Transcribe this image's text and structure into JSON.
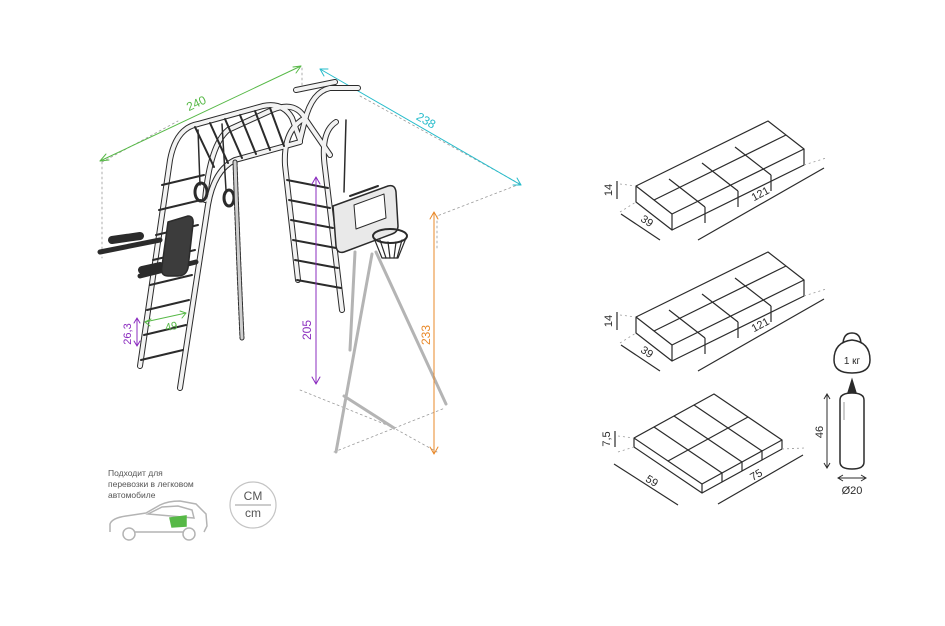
{
  "colors": {
    "line": "#2b2b2b",
    "frame": "#b4b4b4",
    "dashed": "#9a9a9a",
    "green": "#57b947",
    "cyan": "#26bccb",
    "purple": "#8b2cbf",
    "orange": "#e9892a",
    "seat": "#3c3c3c",
    "text_gray": "#555555"
  },
  "dimensions": {
    "width": "240",
    "depth": "238",
    "ladder_height": "205",
    "hoop_height": "233",
    "step_height": "26,3",
    "step_width": "49"
  },
  "packages": [
    {
      "height": "14",
      "depth": "39",
      "length": "121"
    },
    {
      "height": "14",
      "depth": "39",
      "length": "121"
    },
    {
      "height": "7,5",
      "depth": "59",
      "length": "75"
    }
  ],
  "accessories": {
    "kettlebell_label": "1 кг",
    "bag_height": "46",
    "bag_diameter": "Ø20"
  },
  "transport_note": {
    "lines": [
      "Подходит для",
      "перевозки в легковом",
      "автомобиле"
    ]
  },
  "units": {
    "top": "CM",
    "bottom": "cm"
  },
  "icons": [
    "car-icon",
    "kettlebell-icon",
    "punching-bag-icon",
    "units-badge-icon"
  ]
}
